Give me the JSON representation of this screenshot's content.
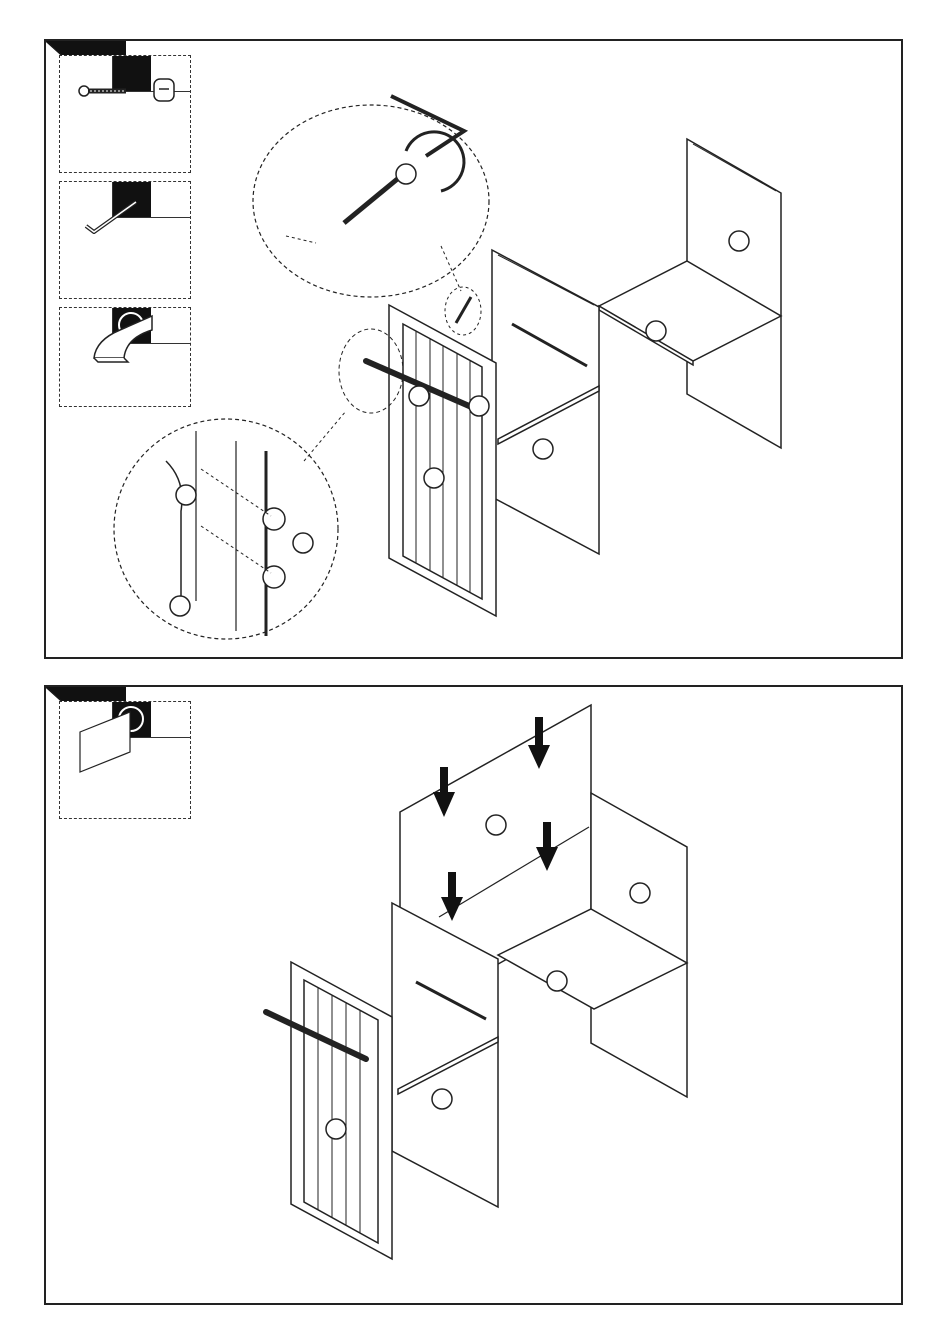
{
  "steps": [
    {
      "step_number": "",
      "parts": [
        {
          "qty": "",
          "key_style": "solid",
          "icons": [
            "bolt-icon",
            "cam-nut-icon"
          ]
        },
        {
          "qty": "",
          "key_style": "solid",
          "icons": [
            "allen-key-icon"
          ]
        },
        {
          "qty": "",
          "key_style": "ring",
          "icons": [
            "handle-bracket-icon"
          ]
        }
      ],
      "callouts": [
        "",
        "",
        "",
        "",
        "",
        "",
        "",
        "",
        ""
      ]
    },
    {
      "step_number": "",
      "parts": [
        {
          "qty": "",
          "key_style": "ring",
          "icons": [
            "back-panel-icon"
          ]
        }
      ],
      "callouts": [
        "",
        "",
        "",
        "",
        "",
        ""
      ]
    }
  ],
  "colors": {
    "line": "#222222",
    "fill": "#ffffff",
    "accent": "#111111"
  }
}
